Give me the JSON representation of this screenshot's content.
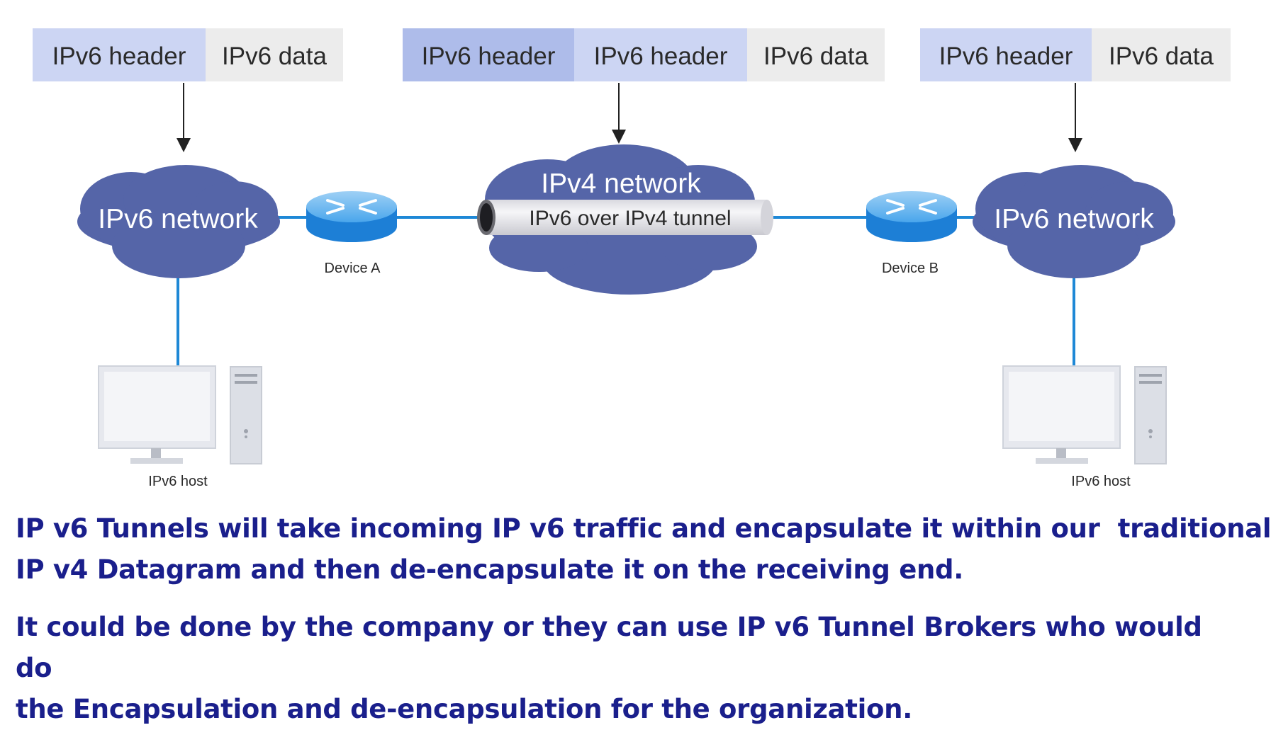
{
  "packets": {
    "left": {
      "header": "IPv6 header",
      "data": "IPv6 data"
    },
    "middle": {
      "outer_header": "IPv6 header",
      "inner_header": "IPv6 header",
      "data": "IPv6 data"
    },
    "right": {
      "header": "IPv6 header",
      "data": "IPv6 data"
    }
  },
  "clouds": {
    "left": "IPv6 network",
    "center": "IPv4 network",
    "right": "IPv6 network"
  },
  "tunnel_label": "IPv6 over IPv4 tunnel",
  "devices": {
    "a": "Device A",
    "b": "Device B"
  },
  "hosts": {
    "left": "IPv6 host",
    "right": "IPv6 host"
  },
  "caption": {
    "line1": "IP v6 Tunnels will take incoming IP v6 traffic and encapsulate it within our  traditional",
    "line2": "IP v4 Datagram and then de-encapsulate it on the receiving end.",
    "line3": "It could be done by the company or they can use IP v6 Tunnel Brokers who would do",
    "line4": "the Encapsulation and de-encapsulation for the organization."
  },
  "colors": {
    "header_dark": "#aebcea",
    "header_light": "#ccd5f3",
    "data_box": "#ececec",
    "cloud": "#5565a8",
    "link": "#1e88d6",
    "router": "#1d7fd6",
    "caption_text": "#1a1f8c"
  }
}
